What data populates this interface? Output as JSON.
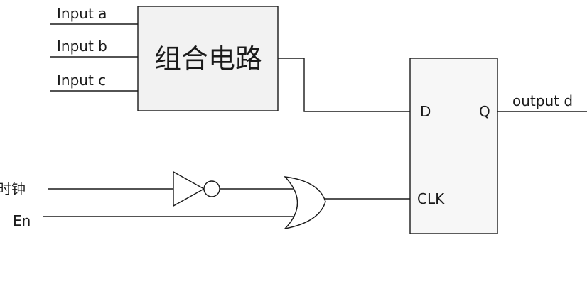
{
  "inputs": {
    "a": "Input a",
    "b": "Input b",
    "c": "Input c"
  },
  "combinational_block": {
    "label": "组合电路"
  },
  "flip_flop": {
    "d_port": "D",
    "q_port": "Q",
    "clk_port": "CLK"
  },
  "output": {
    "label": "output d"
  },
  "control": {
    "clock_label": "时钟",
    "enable_label": "En"
  }
}
